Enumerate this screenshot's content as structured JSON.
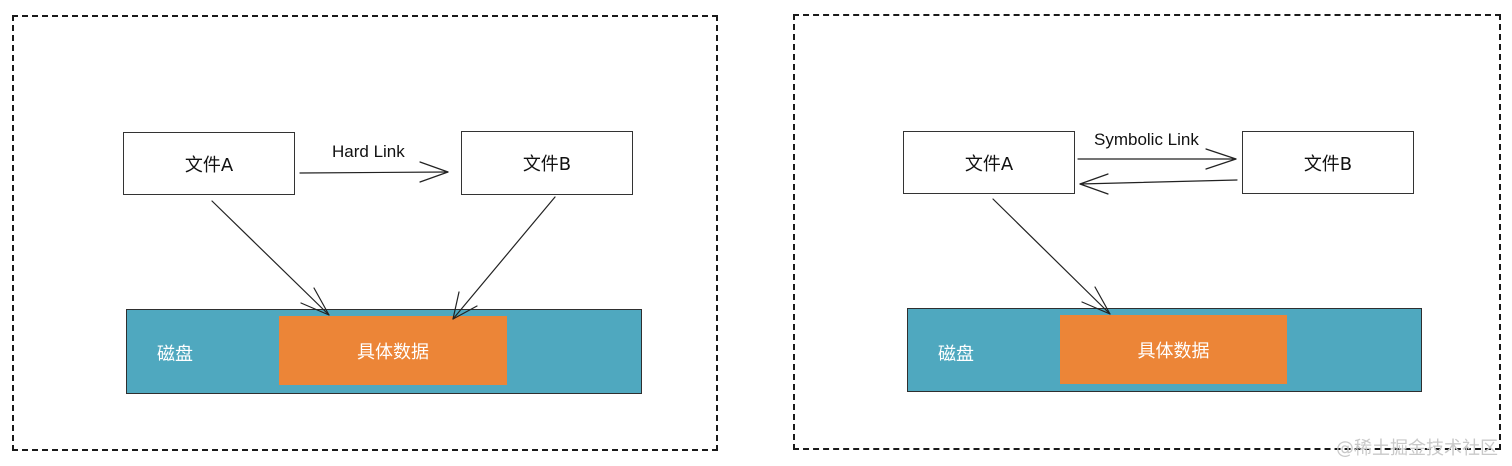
{
  "left": {
    "file_a": "文件A",
    "file_b": "文件B",
    "link_label": "Hard Link",
    "disk_label": "磁盘",
    "data_label": "具体数据"
  },
  "right": {
    "file_a": "文件A",
    "file_b": "文件B",
    "link_label": "Symbolic Link",
    "disk_label": "磁盘",
    "data_label": "具体数据"
  },
  "watermark": "@稀土掘金技术社区",
  "colors": {
    "disk": "#4fa8bf",
    "data_block": "#ec8537",
    "border": "#1a1a1a"
  }
}
